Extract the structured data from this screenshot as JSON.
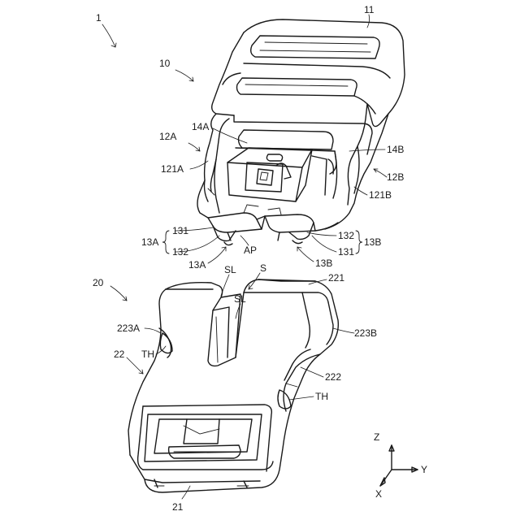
{
  "figure": {
    "labels": {
      "n1": "1",
      "n10": "10",
      "n11": "11",
      "n14A": "14A",
      "n12A": "12A",
      "n121A": "121A",
      "n14B": "14B",
      "n12B": "12B",
      "n121B": "121B",
      "n13A_group": "13A",
      "n131_left": "131",
      "n132_left": "132",
      "n13A_arrow": "13A",
      "nAP": "AP",
      "n132_right": "132",
      "n131_right": "131",
      "n13B_group": "13B",
      "n13B_arrow": "13B",
      "n20": "20",
      "nSL_top": "SL",
      "nS": "S",
      "nSL_mid": "SL",
      "n221": "221",
      "n223A": "223A",
      "n223B": "223B",
      "n22": "22",
      "nTH_left": "TH",
      "n222": "222",
      "nTH_right": "TH",
      "n21": "21"
    },
    "axes": {
      "z": "Z",
      "y": "Y",
      "x": "X"
    }
  }
}
